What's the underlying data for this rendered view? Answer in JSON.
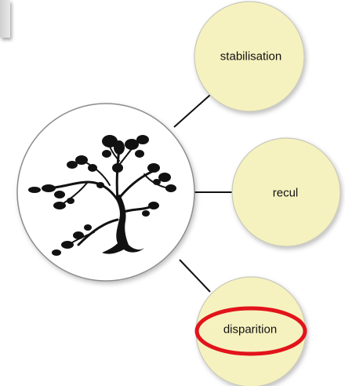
{
  "diagram": {
    "center": {
      "icon": "tree-icon"
    },
    "outcomes": [
      {
        "label": "stabilisation"
      },
      {
        "label": "recul"
      },
      {
        "label": "disparition",
        "highlighted": true
      }
    ]
  },
  "colors": {
    "outcome_fill": "#f6f2bf",
    "outcome_stroke": "#c8c8bc",
    "center_fill": "#ffffff",
    "center_stroke": "#8c8c8c",
    "connector": "#111111",
    "highlight": "#e2141b"
  }
}
